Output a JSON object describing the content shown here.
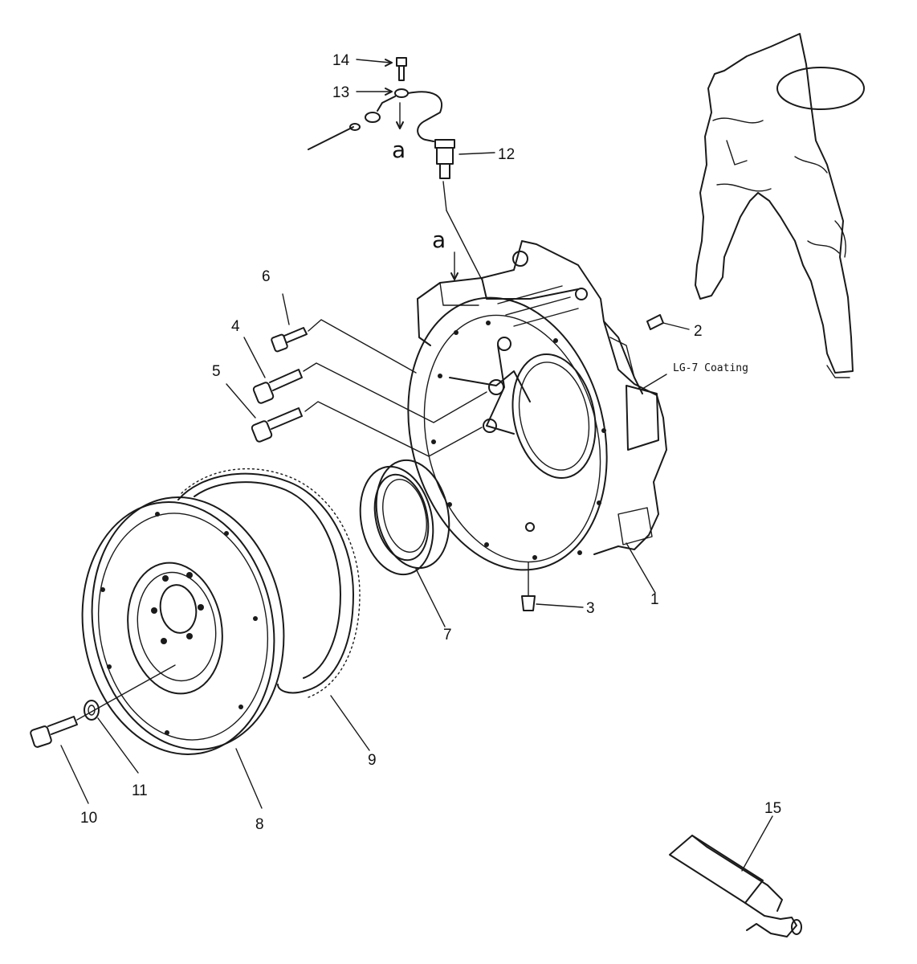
{
  "callouts": {
    "n1": "1",
    "n2": "2",
    "n3": "3",
    "n4": "4",
    "n5": "5",
    "n6": "6",
    "n7": "7",
    "n8": "8",
    "n9": "9",
    "n10": "10",
    "n11": "11",
    "n12": "12",
    "n13": "13",
    "n14": "14",
    "n15": "15"
  },
  "view_markers": {
    "a_upper": "a",
    "a_lower": "a"
  },
  "note": "LG-7 Coating"
}
